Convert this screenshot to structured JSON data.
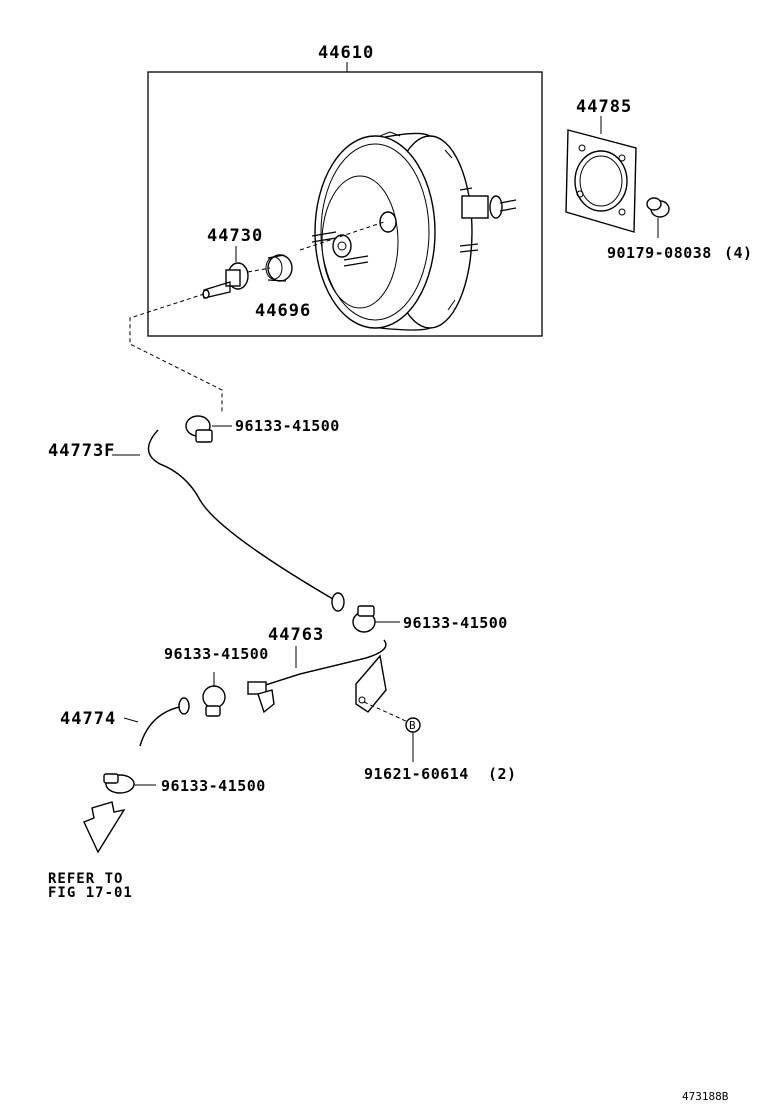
{
  "labels": {
    "booster_assembly": "44610",
    "gasket_plate": "44785",
    "nut": "90179-08038",
    "nut_qty": "(4)",
    "check_valve": "44730",
    "grommet": "44696",
    "hose_upper": "44773F",
    "clamp_1": "96133-41500",
    "clamp_2": "96133-41500",
    "clamp_3": "96133-41500",
    "clamp_4": "96133-41500",
    "pipe": "44763",
    "hose_lower": "44774",
    "bolt": "91621-60614",
    "bolt_qty": "(2)",
    "bolt_marker": "B",
    "refer_line1": "REFER TO",
    "refer_line2": "FIG 17-01",
    "figure_code": "473188B"
  }
}
